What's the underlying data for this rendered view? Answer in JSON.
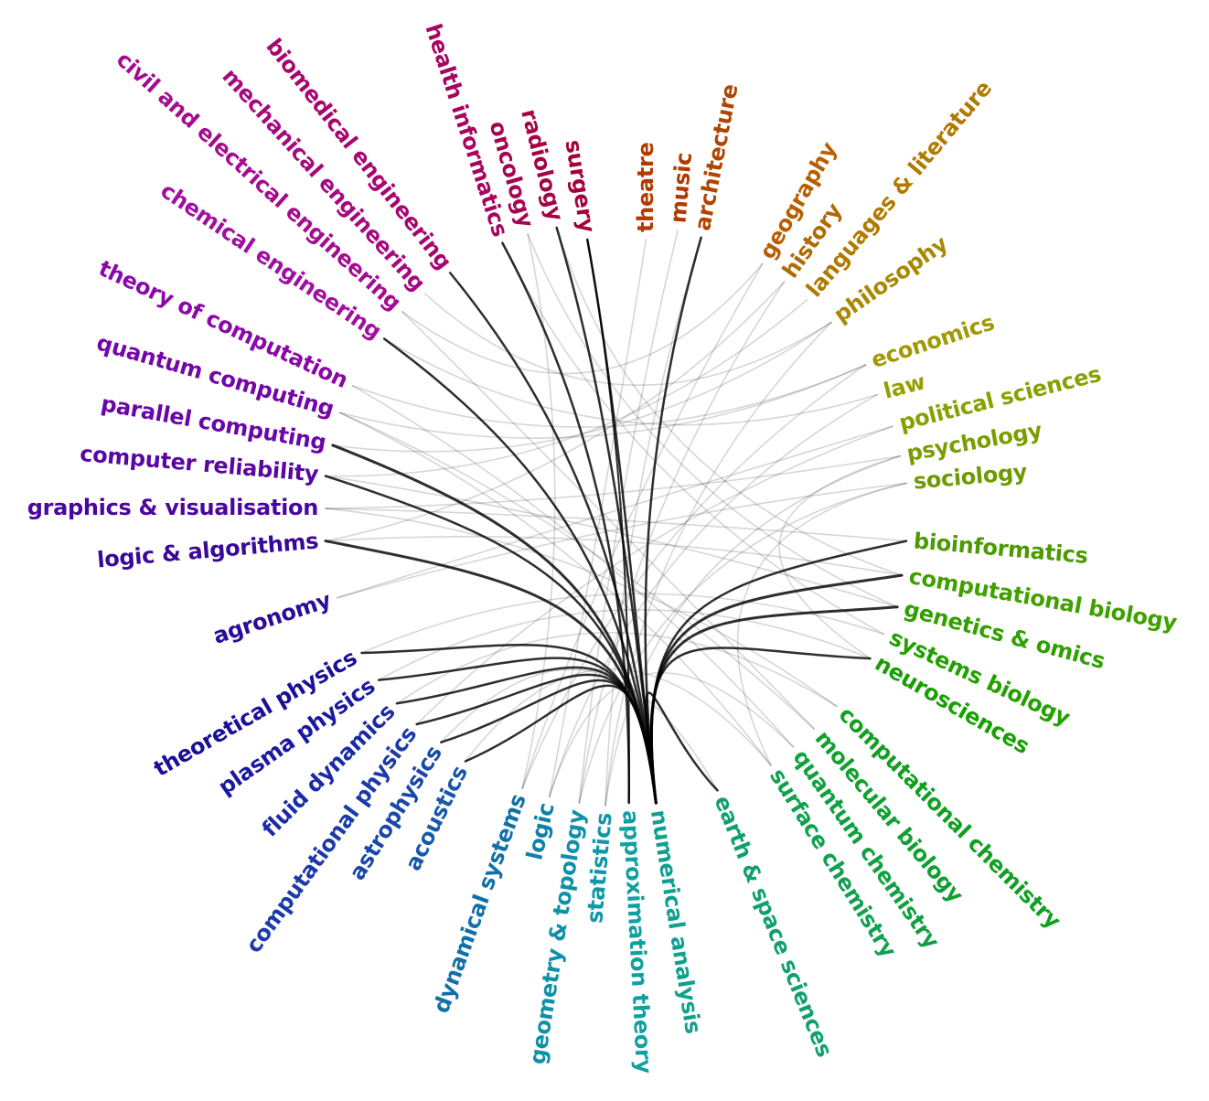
{
  "diagram": {
    "nodes": [
      {
        "id": "surgery",
        "label": "surgery",
        "color": "#a3003a"
      },
      {
        "id": "theatre",
        "label": "theatre",
        "color": "#b33a00"
      },
      {
        "id": "music",
        "label": "music",
        "color": "#b03a00"
      },
      {
        "id": "architecture",
        "label": "architecture",
        "color": "#b04400"
      },
      {
        "id": "geography",
        "label": "geography",
        "color": "#b85e00"
      },
      {
        "id": "history",
        "label": "history",
        "color": "#b06a00"
      },
      {
        "id": "languages",
        "label": "languages & literature",
        "color": "#b07a00"
      },
      {
        "id": "philosophy",
        "label": "philosophy",
        "color": "#a88800"
      },
      {
        "id": "economics",
        "label": "economics",
        "color": "#a09a00"
      },
      {
        "id": "law",
        "label": "law",
        "color": "#95a000"
      },
      {
        "id": "political",
        "label": "political sciences",
        "color": "#88a000"
      },
      {
        "id": "psychology",
        "label": "psychology",
        "color": "#7a9e00"
      },
      {
        "id": "sociology",
        "label": "sociology",
        "color": "#6c9a00"
      },
      {
        "id": "bioinformatics",
        "label": "bioinformatics",
        "color": "#4a9a00"
      },
      {
        "id": "compbio",
        "label": "computational biology",
        "color": "#40a000"
      },
      {
        "id": "genetics",
        "label": "genetics & omics",
        "color": "#30a000"
      },
      {
        "id": "systemsbio",
        "label": "systems biology",
        "color": "#22a000"
      },
      {
        "id": "neuro",
        "label": "neurosciences",
        "color": "#16a000"
      },
      {
        "id": "compchem",
        "label": "computational chemistry",
        "color": "#10a020"
      },
      {
        "id": "molbio",
        "label": "molecular biology",
        "color": "#10a030"
      },
      {
        "id": "quantchem",
        "label": "quantum chemistry",
        "color": "#10a040"
      },
      {
        "id": "surfchem",
        "label": "surface chemistry",
        "color": "#10a050"
      },
      {
        "id": "earth",
        "label": "earth & space sciences",
        "color": "#10a070"
      },
      {
        "id": "numerical",
        "label": "numerical analysis",
        "color": "#10a090"
      },
      {
        "id": "approx",
        "label": "approximation theory",
        "color": "#10a0a0"
      },
      {
        "id": "statistics",
        "label": "statistics",
        "color": "#1098a8"
      },
      {
        "id": "geomtop",
        "label": "geometry & topology",
        "color": "#1090a8"
      },
      {
        "id": "logic",
        "label": "logic",
        "color": "#1080a8"
      },
      {
        "id": "dynsys",
        "label": "dynamical systems",
        "color": "#1070a8"
      },
      {
        "id": "acoustics",
        "label": "acoustics",
        "color": "#1858a8"
      },
      {
        "id": "astro",
        "label": "astrophysics",
        "color": "#1848a8"
      },
      {
        "id": "compphys",
        "label": "computational physics",
        "color": "#1a3aa8"
      },
      {
        "id": "fluid",
        "label": "fluid dynamics",
        "color": "#1a2aa8"
      },
      {
        "id": "plasma",
        "label": "plasma physics",
        "color": "#1a1aa0"
      },
      {
        "id": "theophys",
        "label": "theoretical physics",
        "color": "#1a1098"
      },
      {
        "id": "agronomy",
        "label": "agronomy",
        "color": "#2a0c98"
      },
      {
        "id": "logicalg",
        "label": "logic & algorithms",
        "color": "#3a0898"
      },
      {
        "id": "graphics",
        "label": "graphics & visualisation",
        "color": "#4a06a0"
      },
      {
        "id": "reliability",
        "label": "computer reliability",
        "color": "#5a06a0"
      },
      {
        "id": "parallel",
        "label": "parallel computing",
        "color": "#6a06a8"
      },
      {
        "id": "quantumcomp",
        "label": "quantum computing",
        "color": "#7406a8"
      },
      {
        "id": "theorycomp",
        "label": "theory of computation",
        "color": "#8a08a8"
      },
      {
        "id": "chemeng",
        "label": "chemical engineering",
        "color": "#a010a0"
      },
      {
        "id": "civileng",
        "label": "civil and electrical engineering",
        "color": "#a40c90"
      },
      {
        "id": "mecheng",
        "label": "mechanical engineering",
        "color": "#a60880"
      },
      {
        "id": "biomedeng",
        "label": "biomedical engineering",
        "color": "#a80470"
      },
      {
        "id": "healthinf",
        "label": "health informatics",
        "color": "#a60460"
      },
      {
        "id": "oncology",
        "label": "oncology",
        "color": "#a40450"
      },
      {
        "id": "radiology",
        "label": "radiology",
        "color": "#a20446"
      }
    ],
    "hub_edges": [
      {
        "from": "numerical",
        "to": "logicalg",
        "weight": 3
      },
      {
        "from": "numerical",
        "to": "reliability",
        "weight": 2.5
      },
      {
        "from": "numerical",
        "to": "parallel",
        "weight": 3
      },
      {
        "from": "numerical",
        "to": "chemeng",
        "weight": 2.5
      },
      {
        "from": "numerical",
        "to": "biomedeng",
        "weight": 2.5
      },
      {
        "from": "numerical",
        "to": "radiology",
        "weight": 2.5
      },
      {
        "from": "numerical",
        "to": "surgery",
        "weight": 2.5
      },
      {
        "from": "numerical",
        "to": "architecture",
        "weight": 2.5
      },
      {
        "from": "numerical",
        "to": "bioinformatics",
        "weight": 2.5
      },
      {
        "from": "numerical",
        "to": "compbio",
        "weight": 3
      },
      {
        "from": "numerical",
        "to": "genetics",
        "weight": 3
      },
      {
        "from": "numerical",
        "to": "neuro",
        "weight": 2.5
      },
      {
        "from": "numerical",
        "to": "earth",
        "weight": 2.5
      },
      {
        "from": "numerical",
        "to": "theophys",
        "weight": 2.5
      },
      {
        "from": "numerical",
        "to": "plasma",
        "weight": 2.5
      },
      {
        "from": "numerical",
        "to": "fluid",
        "weight": 2.5
      },
      {
        "from": "numerical",
        "to": "compphys",
        "weight": 2.5
      },
      {
        "from": "numerical",
        "to": "astro",
        "weight": 2.5
      },
      {
        "from": "numerical",
        "to": "acoustics",
        "weight": 2.5
      },
      {
        "from": "approx",
        "to": "healthinf",
        "weight": 2.5
      },
      {
        "from": "approx",
        "to": "surgery",
        "weight": 2
      }
    ],
    "faint_edges": [
      {
        "from": "dynsys",
        "to": "oncology"
      },
      {
        "from": "logic",
        "to": "theatre"
      },
      {
        "from": "geomtop",
        "to": "history"
      },
      {
        "from": "statistics",
        "to": "philosophy"
      },
      {
        "from": "dynsys",
        "to": "economics"
      },
      {
        "from": "logic",
        "to": "law"
      },
      {
        "from": "geomtop",
        "to": "sociology"
      },
      {
        "from": "statistics",
        "to": "psychology"
      },
      {
        "from": "molbio",
        "to": "civileng"
      },
      {
        "from": "quantchem",
        "to": "theorycomp"
      },
      {
        "from": "surfchem",
        "to": "quantumcomp"
      },
      {
        "from": "compchem",
        "to": "graphics"
      },
      {
        "from": "agronomy",
        "to": "political"
      },
      {
        "from": "agronomy",
        "to": "sociology"
      },
      {
        "from": "graphics",
        "to": "psychology"
      },
      {
        "from": "mecheng",
        "to": "philosophy"
      },
      {
        "from": "civileng",
        "to": "geography"
      },
      {
        "from": "theorycomp",
        "to": "economics"
      },
      {
        "from": "quantumcomp",
        "to": "molbio"
      },
      {
        "from": "healthinf",
        "to": "systemsbio"
      },
      {
        "from": "oncology",
        "to": "genetics"
      },
      {
        "from": "radiology",
        "to": "compbio"
      },
      {
        "from": "music",
        "to": "geomtop"
      },
      {
        "from": "architecture",
        "to": "statistics"
      },
      {
        "from": "geography",
        "to": "dynsys"
      },
      {
        "from": "history",
        "to": "logicalg"
      },
      {
        "from": "languages",
        "to": "reliability"
      },
      {
        "from": "philosophy",
        "to": "parallel"
      },
      {
        "from": "economics",
        "to": "quantumcomp"
      },
      {
        "from": "law",
        "to": "chemeng"
      },
      {
        "from": "political",
        "to": "compphys"
      },
      {
        "from": "psychology",
        "to": "neuro"
      },
      {
        "from": "sociology",
        "to": "surfchem"
      },
      {
        "from": "bioinformatics",
        "to": "graphics"
      },
      {
        "from": "compbio",
        "to": "logicalg"
      },
      {
        "from": "genetics",
        "to": "reliability"
      },
      {
        "from": "systemsbio",
        "to": "theophys"
      },
      {
        "from": "neuro",
        "to": "plasma"
      },
      {
        "from": "compchem",
        "to": "fluid"
      },
      {
        "from": "earth",
        "to": "astro"
      },
      {
        "from": "surfchem",
        "to": "acoustics"
      },
      {
        "from": "quantchem",
        "to": "logic"
      }
    ]
  }
}
